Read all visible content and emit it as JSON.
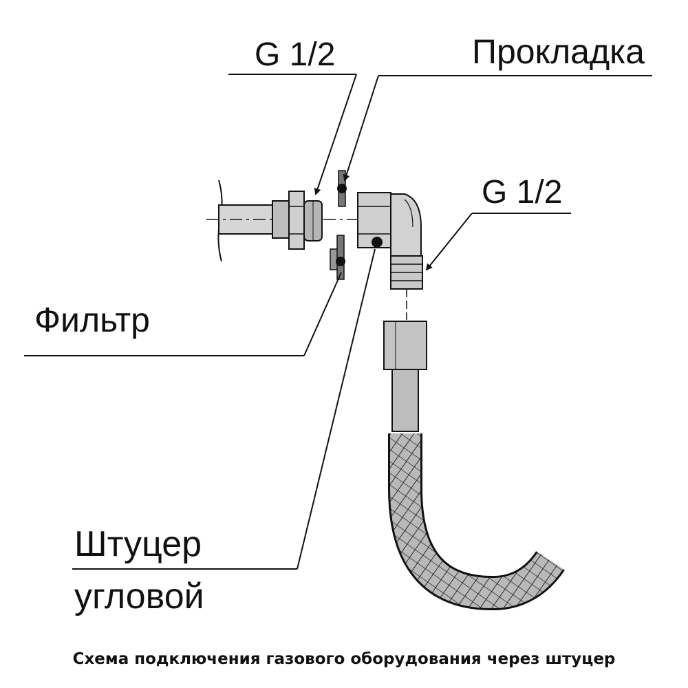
{
  "labels": {
    "g_half_top": "G 1/2",
    "gasket": "Прокладка",
    "g_half_right": "G 1/2",
    "filter": "Фильтр",
    "fitting_line1": "Штуцер",
    "fitting_line2": "угловой"
  },
  "caption": "Схема подключения газового оборудования через штуцер",
  "colors": {
    "ink": "#111111",
    "metal": "#c7c7c7",
    "metal_dark": "#8a8a8a",
    "background": "#ffffff"
  }
}
